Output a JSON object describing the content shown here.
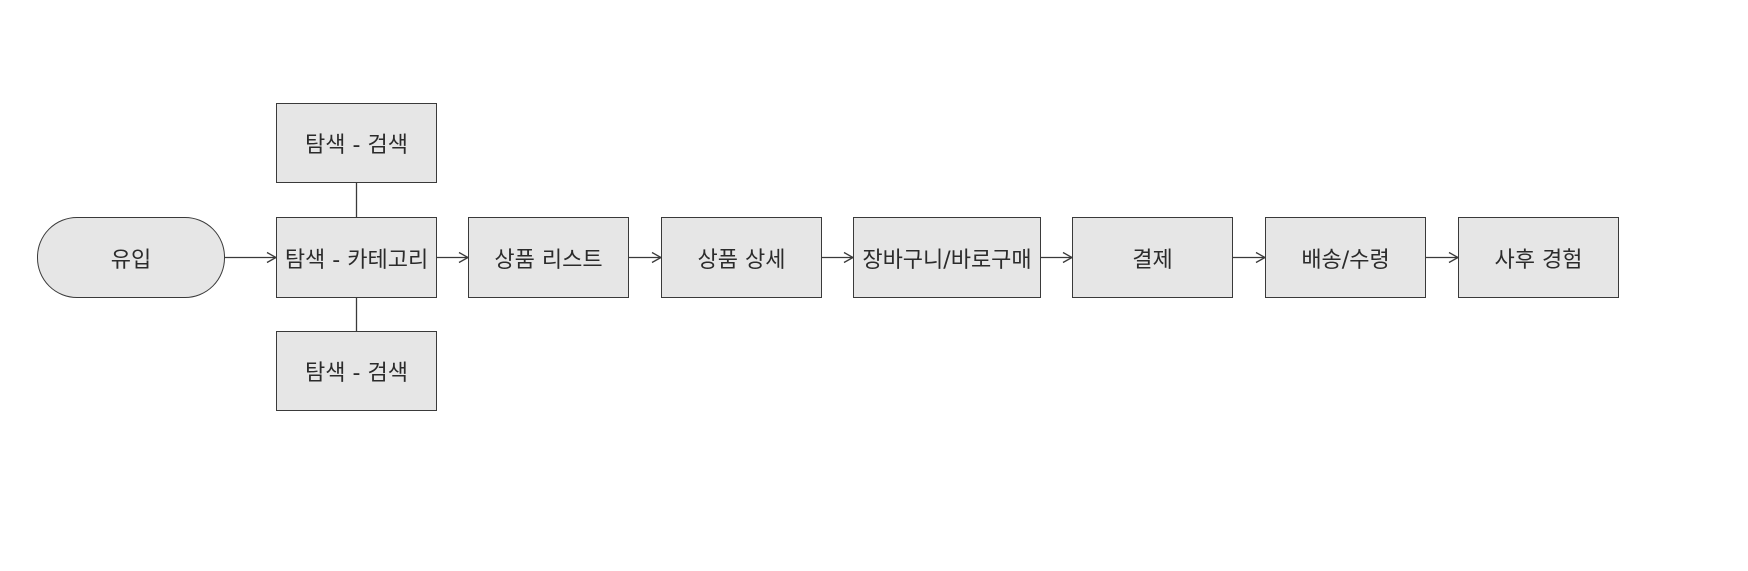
{
  "diagram": {
    "nodes": [
      {
        "id": "entry",
        "label": "유입",
        "shape": "terminal"
      },
      {
        "id": "search-top",
        "label": "탐색 - 검색",
        "shape": "process"
      },
      {
        "id": "category",
        "label": "탐색 - 카테고리",
        "shape": "process"
      },
      {
        "id": "search-bottom",
        "label": "탐색 - 검색",
        "shape": "process"
      },
      {
        "id": "product-list",
        "label": "상품 리스트",
        "shape": "process"
      },
      {
        "id": "product-detail",
        "label": "상품 상세",
        "shape": "process"
      },
      {
        "id": "cart",
        "label": "장바구니/바로구매",
        "shape": "process"
      },
      {
        "id": "payment",
        "label": "결제",
        "shape": "process"
      },
      {
        "id": "delivery",
        "label": "배송/수령",
        "shape": "process"
      },
      {
        "id": "after",
        "label": "사후 경험",
        "shape": "process"
      }
    ],
    "edges": [
      {
        "from": "entry",
        "to": "category",
        "arrow": true
      },
      {
        "from": "category",
        "to": "search-top",
        "arrow": false
      },
      {
        "from": "category",
        "to": "search-bottom",
        "arrow": false
      },
      {
        "from": "category",
        "to": "product-list",
        "arrow": true
      },
      {
        "from": "product-list",
        "to": "product-detail",
        "arrow": true
      },
      {
        "from": "product-detail",
        "to": "cart",
        "arrow": true
      },
      {
        "from": "cart",
        "to": "payment",
        "arrow": true
      },
      {
        "from": "payment",
        "to": "delivery",
        "arrow": true
      },
      {
        "from": "delivery",
        "to": "after",
        "arrow": true
      }
    ],
    "colors": {
      "node_fill": "#e6e6e6",
      "node_border": "#3a3a3a",
      "connector": "#3a3a3a",
      "text": "#2b2b2b"
    }
  }
}
